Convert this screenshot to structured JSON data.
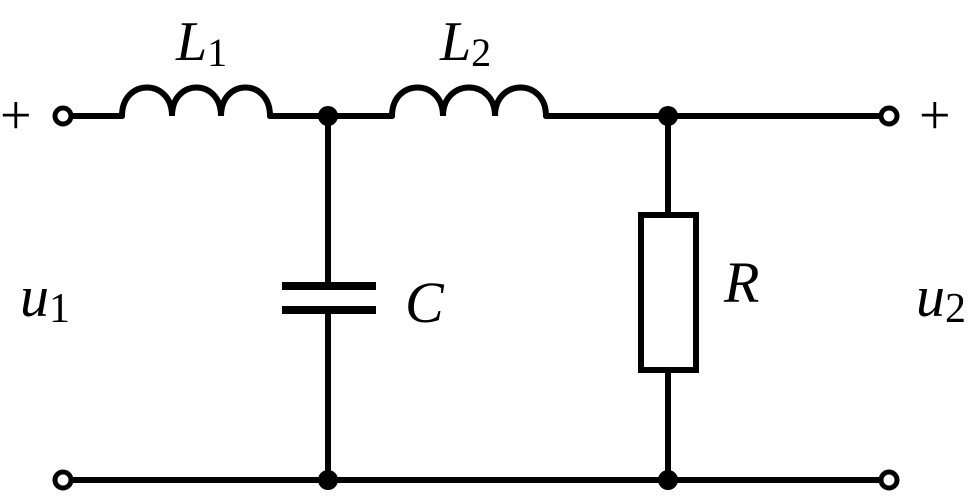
{
  "labels": {
    "L1": {
      "symbol": "L",
      "sub": "1"
    },
    "L2": {
      "symbol": "L",
      "sub": "2"
    },
    "C": "C",
    "R": "R",
    "u1": {
      "symbol": "u",
      "sub": "1"
    },
    "u2": {
      "symbol": "u",
      "sub": "2"
    }
  },
  "polarity": {
    "input_plus": "+",
    "output_plus": "+"
  }
}
